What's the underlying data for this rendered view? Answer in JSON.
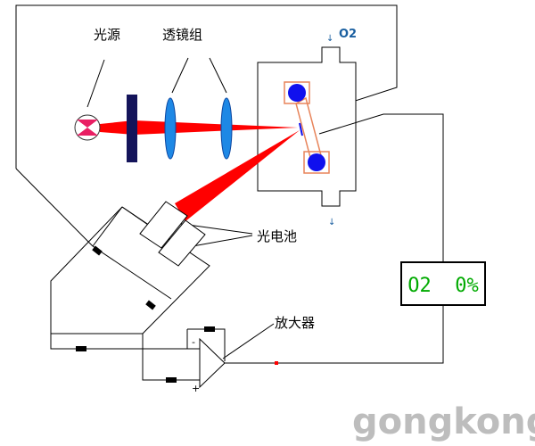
{
  "labels": {
    "light_source": "光源",
    "lens_group": "透镜组",
    "photocell": "光电池",
    "amplifier": "放大器",
    "o2_marker": "O2",
    "amp_minus": "-",
    "amp_plus": "+"
  },
  "display": {
    "reading": "O2  0%"
  },
  "watermark": "gongkong",
  "colors": {
    "line": "#000000",
    "beam": "#ff0000",
    "lens": "#1e88e5",
    "filter": "#14145a",
    "rotor_ball": "#1010ee",
    "rotor_frame": "#e8845a",
    "readout_text": "#00aa00",
    "o2_marker": "#1a5fa0",
    "source_pink": "#e91e63"
  }
}
